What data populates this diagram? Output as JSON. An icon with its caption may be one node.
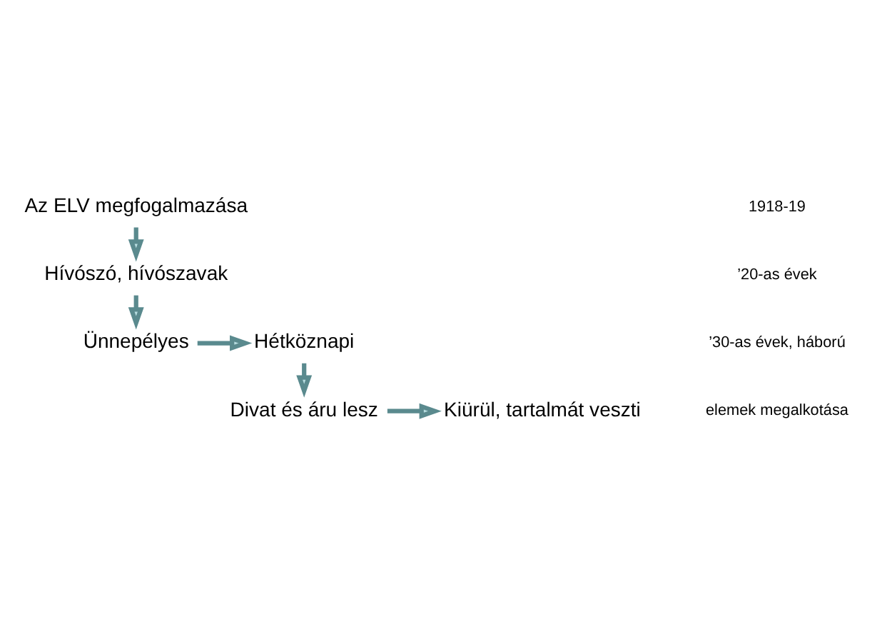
{
  "diagram": {
    "nodes": [
      {
        "text": [
          "Az ELV megfogalmazása"
        ]
      },
      {
        "text": [
          "Hívószó, hívószavak"
        ]
      },
      {
        "text": [
          "Ünnepélyes"
        ]
      },
      {
        "text": [
          "Hétköznapi"
        ]
      },
      {
        "text": [
          "Divat és áru lesz"
        ]
      },
      {
        "text": [
          "Kiürül, tartalmát veszti"
        ]
      }
    ],
    "edges": [
      {
        "from": 0,
        "to": 1,
        "arrow": "to"
      },
      {
        "from": 1,
        "to": 2,
        "arrow": "to"
      },
      {
        "from": 2,
        "to": 3,
        "arrow": "to"
      },
      {
        "from": 3,
        "to": 4,
        "arrow": "to"
      },
      {
        "from": 4,
        "to": 5,
        "arrow": "to"
      }
    ],
    "labels": [
      "1918-19",
      "’20-as évek",
      "’30-as évek, háború",
      "elemek megalkotása"
    ]
  }
}
